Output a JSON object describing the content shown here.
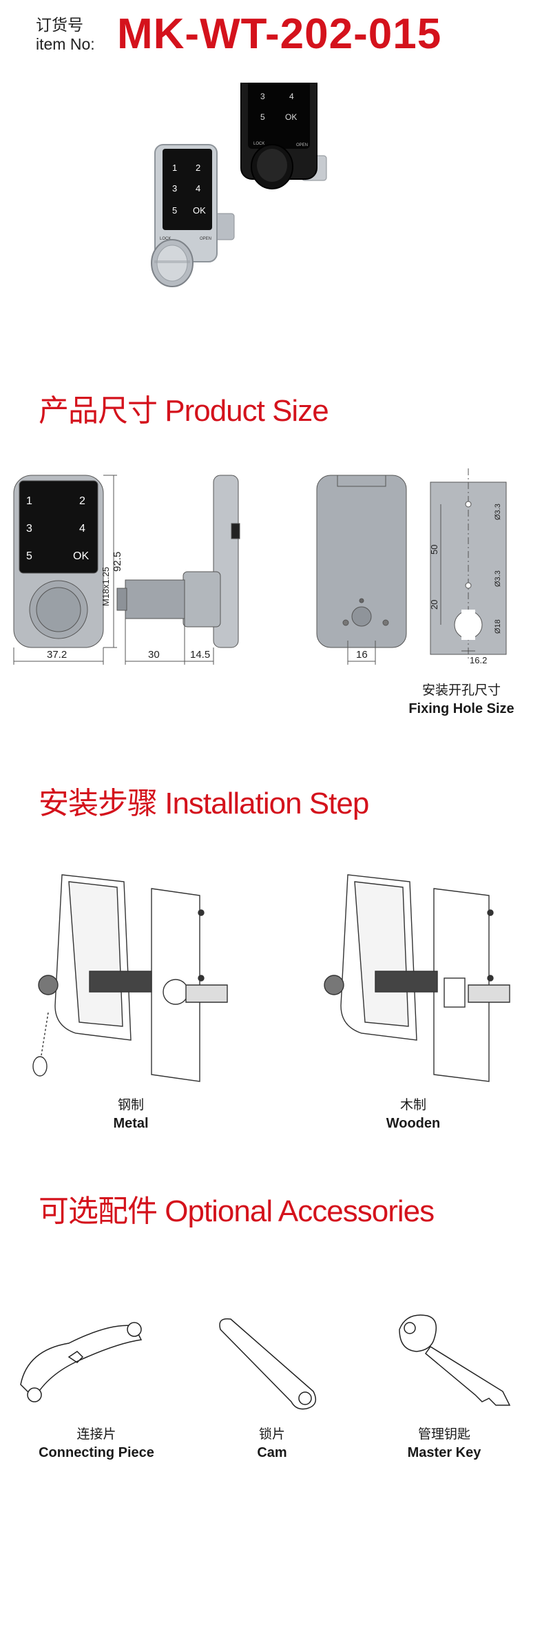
{
  "header": {
    "label_cn": "订货号",
    "label_en": "item No:",
    "item_no": "MK-WT-202-015"
  },
  "keypad": {
    "keys": [
      "1",
      "2",
      "3",
      "4",
      "5",
      "OK"
    ],
    "lock_label": "LOCK",
    "open_label": "OPEN"
  },
  "sections": {
    "product_size": "产品尺寸 Product Size",
    "installation": "安装步骤 Installation Step",
    "accessories": "可选配件 Optional Accessories"
  },
  "dimensions": {
    "height": "92.5",
    "width": "37.2",
    "thread": "M18x1.25",
    "shaft_len": "30",
    "body_depth": "14.5",
    "back_width": "16",
    "hole_spacing": "50",
    "hole_offset": "20",
    "hole_d1": "Ø3.3",
    "hole_d2": "Ø3.3",
    "hole_d3": "Ø18",
    "hole_width": "16.2"
  },
  "fixing_hole": {
    "cn": "安装开孔尺寸",
    "en": "Fixing Hole Size"
  },
  "install_steps": [
    {
      "cn": "钢制",
      "en": "Metal"
    },
    {
      "cn": "木制",
      "en": "Wooden"
    }
  ],
  "accessories": [
    {
      "cn": "连接片",
      "en": "Connecting Piece"
    },
    {
      "cn": "锁片",
      "en": "Cam"
    },
    {
      "cn": "管理钥匙",
      "en": "Master Key"
    }
  ],
  "colors": {
    "accent": "#d4121c",
    "silver": "#a9aeb4",
    "black": "#111111"
  }
}
